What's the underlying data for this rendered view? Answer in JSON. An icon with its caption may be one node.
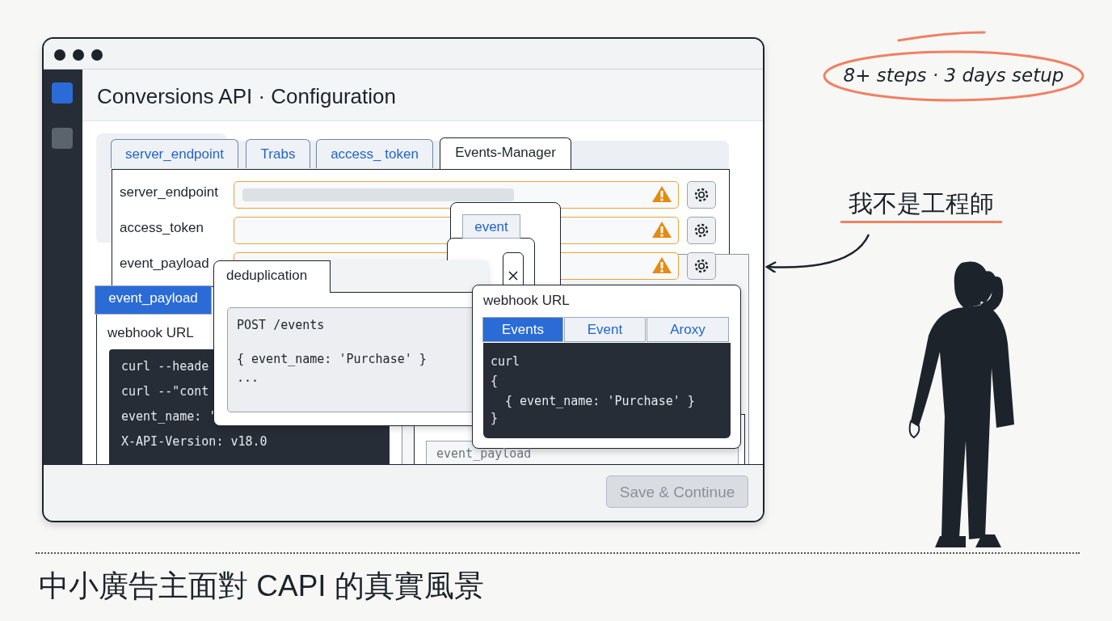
{
  "diagram": {
    "caption": "中小廣告主面對 CAPI 的真實風景",
    "nodes": [
      {
        "text": [
          "Conversions API · Configuration"
        ]
      },
      {
        "text": [
          "8+ steps · 3 days setup"
        ]
      },
      {
        "text": [
          "我不是工程師"
        ]
      }
    ],
    "edges": [
      {
        "from": 2,
        "to": 0,
        "arrow": "to"
      }
    ],
    "labels": [
      "server_endpoint",
      "Trabs",
      "access_ token",
      "Events-Manager",
      "server_endpoint",
      "access_token",
      "event_payload",
      "event",
      "event_payload",
      "webhook URL",
      "curl --heade",
      "curl --\"cont",
      "event_name: '",
      "X-API-Version: v18.0",
      "deduplication",
      "POST /events",
      "{ event_name: 'Purchase' }",
      "...",
      "webhook URL",
      "Events",
      "Event",
      "Aroxy",
      "curl",
      "{",
      "{ event_name: 'Purchase' }",
      "}",
      "event_payload",
      "Save & Continue"
    ]
  }
}
